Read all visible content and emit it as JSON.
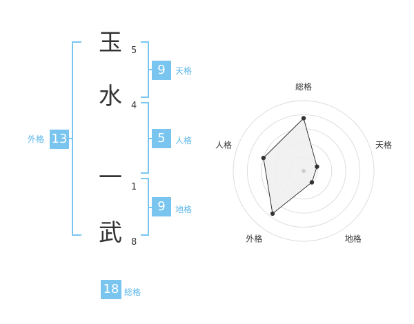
{
  "name": {
    "chars": [
      {
        "char": "玉",
        "strokes": "5"
      },
      {
        "char": "水",
        "strokes": "4"
      },
      {
        "char": "一",
        "strokes": "1"
      },
      {
        "char": "武",
        "strokes": "8"
      }
    ]
  },
  "kaku": {
    "tenkaku": {
      "value": "9",
      "label": "天格"
    },
    "jinkaku": {
      "value": "5",
      "label": "人格"
    },
    "chikaku": {
      "value": "9",
      "label": "地格"
    },
    "gaikaku": {
      "value": "13",
      "label": "外格"
    },
    "soukaku": {
      "value": "18",
      "label": "総格"
    }
  },
  "colors": {
    "accent": "#79c5f0",
    "accent_text": "#5bb6ea",
    "text": "#333333",
    "radar_fill": "#eeeeee",
    "radar_grid": "#dddddd"
  },
  "chart_data": {
    "type": "radar",
    "axes": [
      "総格",
      "天格",
      "地格",
      "外格",
      "人格"
    ],
    "values": [
      0.75,
      0.2,
      0.2,
      0.75,
      0.6
    ],
    "max": 1
  }
}
